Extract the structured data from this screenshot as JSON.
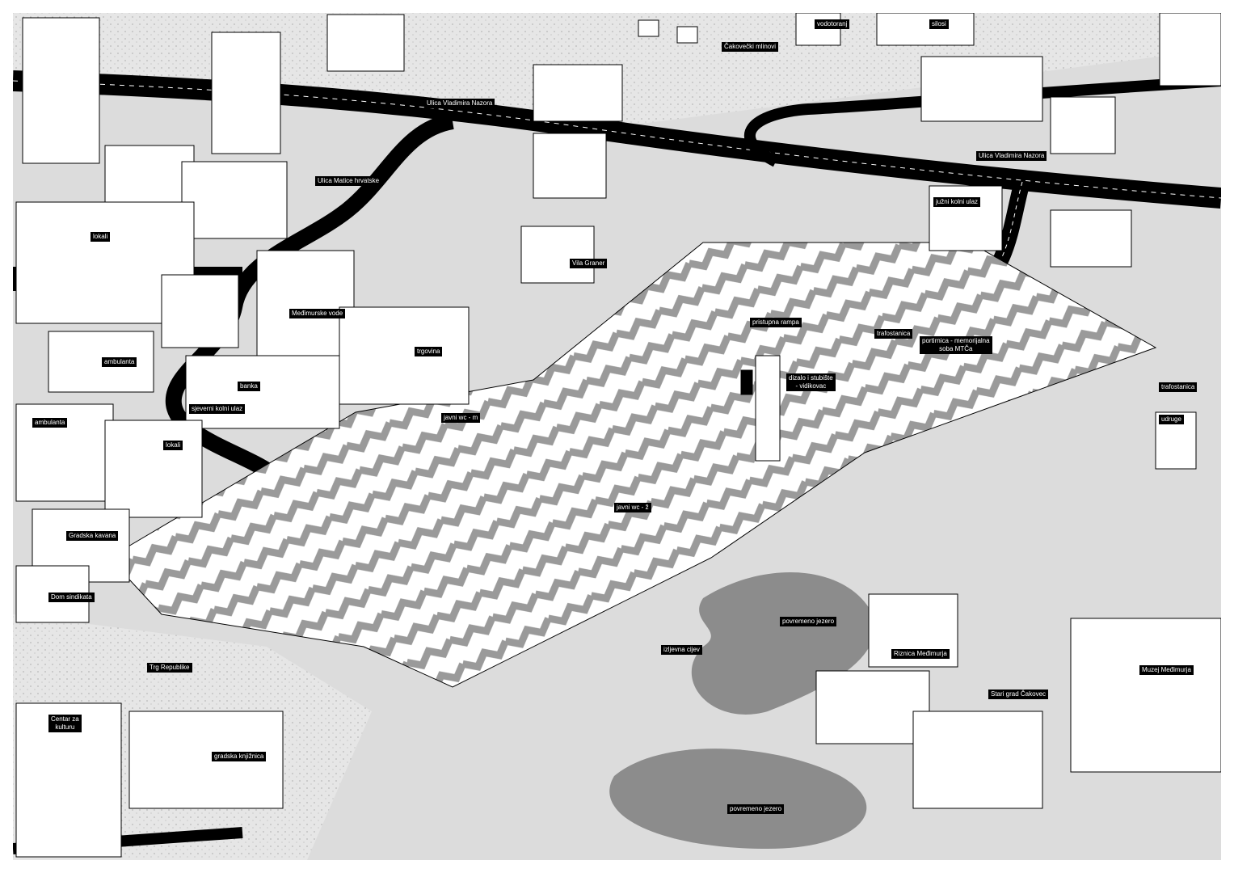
{
  "colors": {
    "road": "#000000",
    "ground": "#dcdcdc",
    "building": "#ffffff",
    "stripe": "#9a9a9a",
    "lake": "#8c8c8c",
    "label_bg": "#000000",
    "label_text": "#ffffff"
  },
  "labels": {
    "vodotoranj": "vodotoranj",
    "silosi": "silosi",
    "mlinovi": "Čakovečki mlinovi",
    "nazora_1": "Ulica Vladimira Nazora",
    "nazora_2": "Ulica Vladimira Nazora",
    "matice": "Ulica Matice hrvatske",
    "juzni_ulaz": "južni kolni ulaz",
    "lokali_1": "lokali",
    "vila_graner": "Vila Graner",
    "medimurske_vode": "Međimurske vode",
    "pristupna_rampa": "pristupna rampa",
    "trafostanica_1": "trafostanica",
    "portirnica_1": "portirnica - memorijalna",
    "portirnica_2": "soba MTČa",
    "trgovina": "trgovina",
    "ambulanta_1": "ambulanta",
    "banka": "banka",
    "dizalo_1": "dizalo i stubište",
    "dizalo_2": "- vidikovac",
    "trafostanica_2": "trafostanica",
    "sjeverni_ulaz": "sjeverni kolni ulaz",
    "wc_m": "javni wc - m",
    "ambulanta_2": "ambulanta",
    "udruge": "udruge",
    "lokali_2": "lokali",
    "wc_z": "javni wc - ž",
    "gradska_kavana": "Gradska kavana",
    "dom_sindikata": "Dom sindikata",
    "jezero_1": "povremeno jezero",
    "izljevna_cijev": "izljevna cijev",
    "riznica": "Riznica Međimurja",
    "trg_republike": "Trg Republike",
    "muzej": "Muzej Međimurja",
    "stari_grad": "Stari grad Čakovec",
    "centar_kultura_1": "Centar za",
    "centar_kultura_2": "kulturu",
    "knjiznica": "gradska knjižnica",
    "jezero_2": "povremeno jezero"
  }
}
